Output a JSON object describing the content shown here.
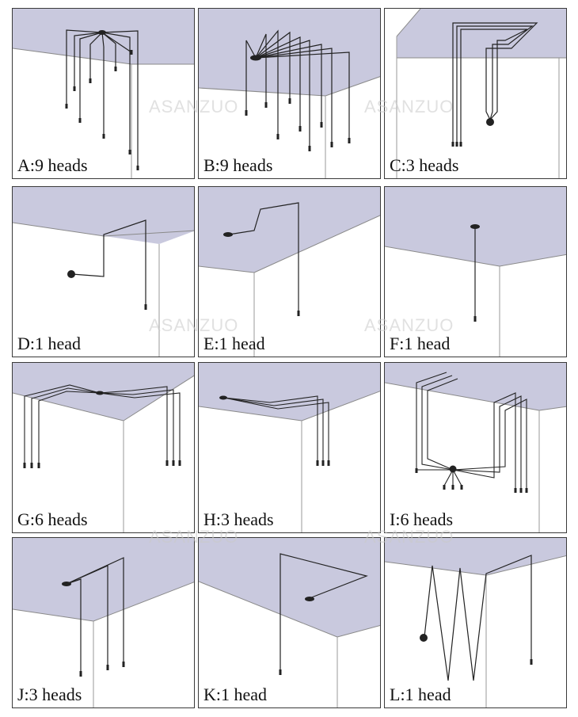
{
  "colors": {
    "ceiling": "#c9c9de",
    "wall": "#ffffff",
    "line": "#222222",
    "border": "#3a3a3a",
    "edge": "#8a8a8a"
  },
  "watermark": "ASANZUO",
  "panels": [
    {
      "id": "A",
      "caption": "A:9 heads"
    },
    {
      "id": "B",
      "caption": "B:9 heads"
    },
    {
      "id": "C",
      "caption": "C:3 heads"
    },
    {
      "id": "D",
      "caption": "D:1 head"
    },
    {
      "id": "E",
      "caption": "E:1 head"
    },
    {
      "id": "F",
      "caption": "F:1 head"
    },
    {
      "id": "G",
      "caption": "G:6 heads"
    },
    {
      "id": "H",
      "caption": "H:3 heads"
    },
    {
      "id": "I",
      "caption": "I:6 heads"
    },
    {
      "id": "J",
      "caption": "J:3 heads"
    },
    {
      "id": "K",
      "caption": "K:1 head"
    },
    {
      "id": "L",
      "caption": "L:1 head"
    }
  ]
}
